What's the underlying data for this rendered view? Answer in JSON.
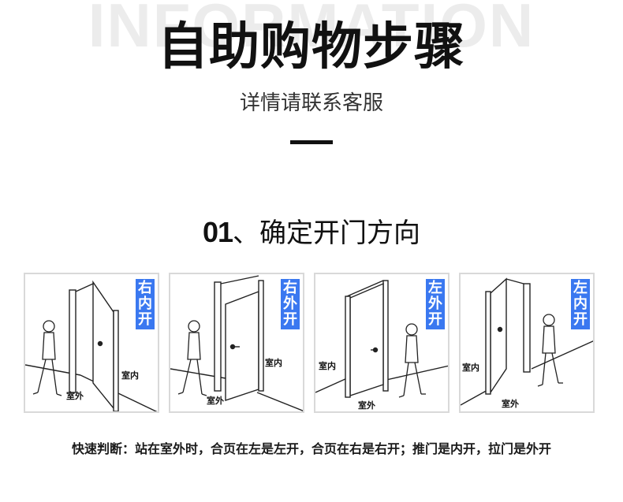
{
  "header": {
    "background_word": "INFORMATION",
    "title": "自助购物步骤",
    "subtitle": "详情请联系客服"
  },
  "step": {
    "number": "01",
    "label": "、确定开门方向"
  },
  "panels": [
    {
      "tag": "右内开",
      "indoor": "室内",
      "outdoor": "室外"
    },
    {
      "tag": "右外开",
      "indoor": "室内",
      "outdoor": "室外"
    },
    {
      "tag": "左外开",
      "indoor": "室内",
      "outdoor": "室外"
    },
    {
      "tag": "左内开",
      "indoor": "室内",
      "outdoor": "室外"
    }
  ],
  "footer": {
    "text": "快速判断：站在室外时，合页在左是左开，合页在右是右开；推门是内开，拉门是外开"
  },
  "colors": {
    "tag_bg": "#3a78f0",
    "panel_border": "#d9d9d9"
  }
}
